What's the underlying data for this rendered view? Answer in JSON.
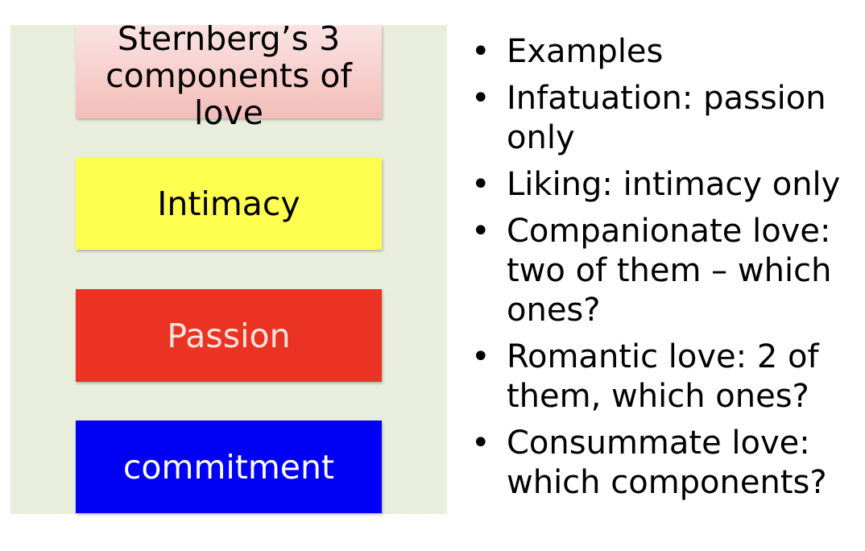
{
  "diagram": {
    "title": "Sternberg’s 3 components of love",
    "components": [
      "Intimacy",
      "Passion",
      "commitment"
    ]
  },
  "bullets": [
    "Examples",
    "Infatuation: passion only",
    "Liking: intimacy only",
    "Companionate love: two of them – which ones?",
    "Romantic love: 2 of them, which ones?",
    "Consummate love: which components?"
  ],
  "colors": {
    "panel": "#e9eddc",
    "intimacy": "#ffff50",
    "passion": "#ea3323",
    "commitment": "#0000f5"
  }
}
